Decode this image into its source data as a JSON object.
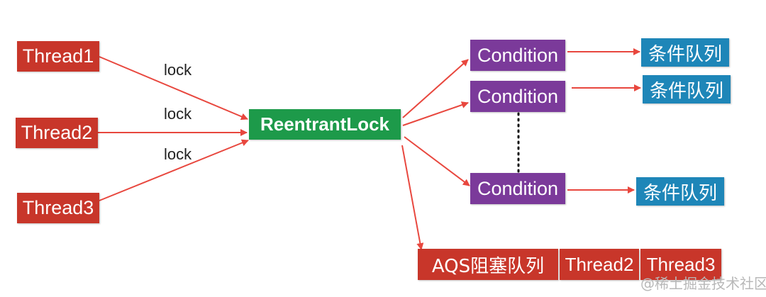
{
  "colors": {
    "thread": "#c8362a",
    "lock": "#1d9a4a",
    "condition": "#7b3a9a",
    "queue": "#1e86b8",
    "arrow": "#e8473e"
  },
  "threads": [
    "Thread1",
    "Thread2",
    "Thread3"
  ],
  "edge_labels": [
    "lock",
    "lock",
    "lock"
  ],
  "lock_node": "ReentrantLock",
  "conditions": [
    "Condition",
    "Condition",
    "Condition"
  ],
  "condition_queues": [
    "条件队列",
    "条件队列",
    "条件队列"
  ],
  "aqs_queue": {
    "label": "AQS阻塞队列",
    "members": [
      "Thread2",
      "Thread3"
    ]
  },
  "watermark": "@稀土掘金技术社区"
}
